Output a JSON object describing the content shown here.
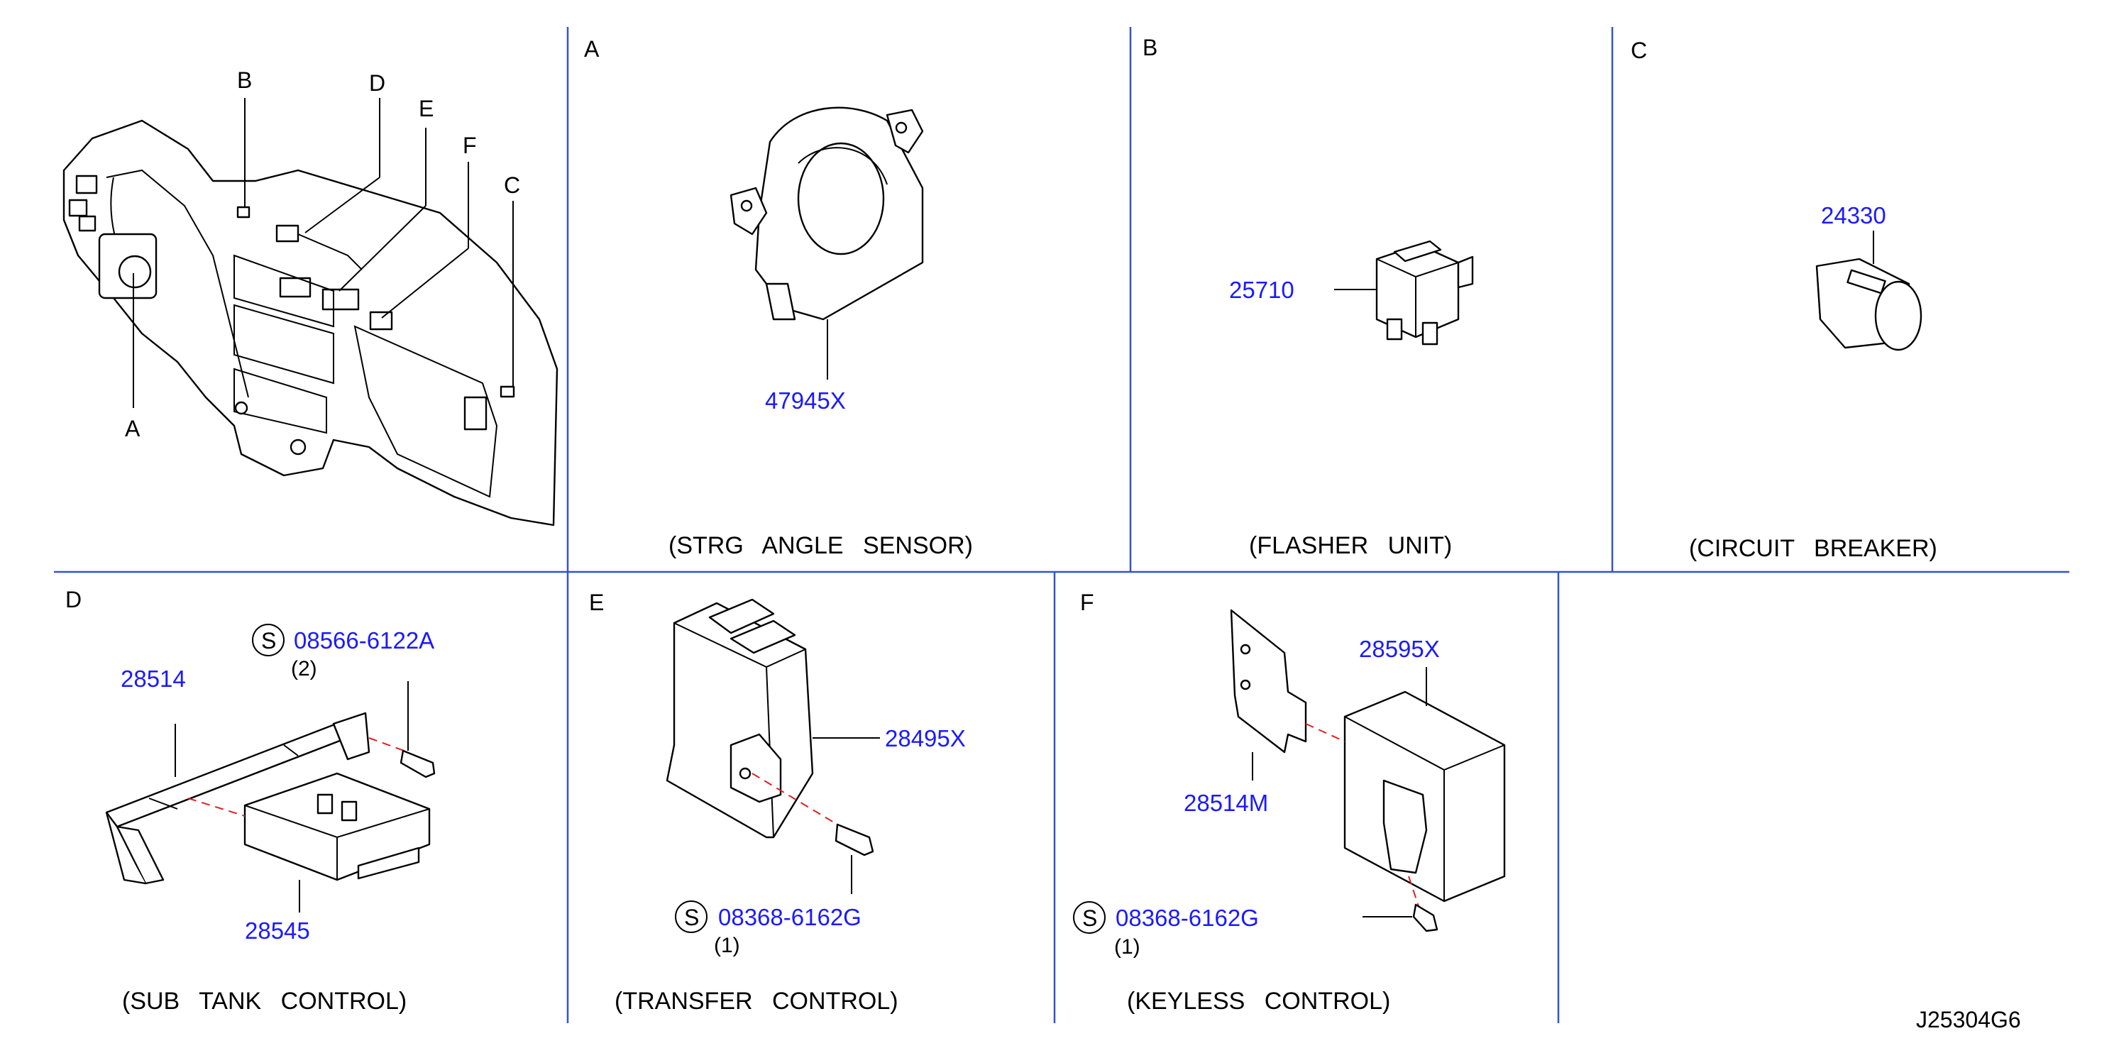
{
  "panels": {
    "overview": {
      "callouts": [
        "A",
        "B",
        "C",
        "D",
        "E",
        "F"
      ]
    },
    "A": {
      "letter": "A",
      "part": "47945X",
      "caption": "(STRG ANGLE SENSOR)"
    },
    "B": {
      "letter": "B",
      "part": "25710",
      "caption": "(FLASHER UNIT)"
    },
    "C": {
      "letter": "C",
      "part": "24330",
      "caption": "(CIRCUIT BREAKER)"
    },
    "D": {
      "letter": "D",
      "parts": [
        "28514",
        "28545"
      ],
      "screw_symbol": "S",
      "screw": "08566-6122A",
      "qty": "(2)",
      "caption": "(SUB TANK CONTROL)"
    },
    "E": {
      "letter": "E",
      "part": "28495X",
      "screw_symbol": "S",
      "screw": "08368-6162G",
      "qty": "(1)",
      "caption": "(TRANSFER CONTROL)"
    },
    "F": {
      "letter": "F",
      "parts": [
        "28595X",
        "28514M"
      ],
      "screw_symbol": "S",
      "screw": "08368-6162G",
      "qty": "(1)",
      "caption": "(KEYLESS CONTROL)"
    }
  },
  "diagram_id": "J25304G6",
  "colors": {
    "part_number": "#1a1aff",
    "divider": "#3355cc",
    "dash": "#e02020"
  }
}
